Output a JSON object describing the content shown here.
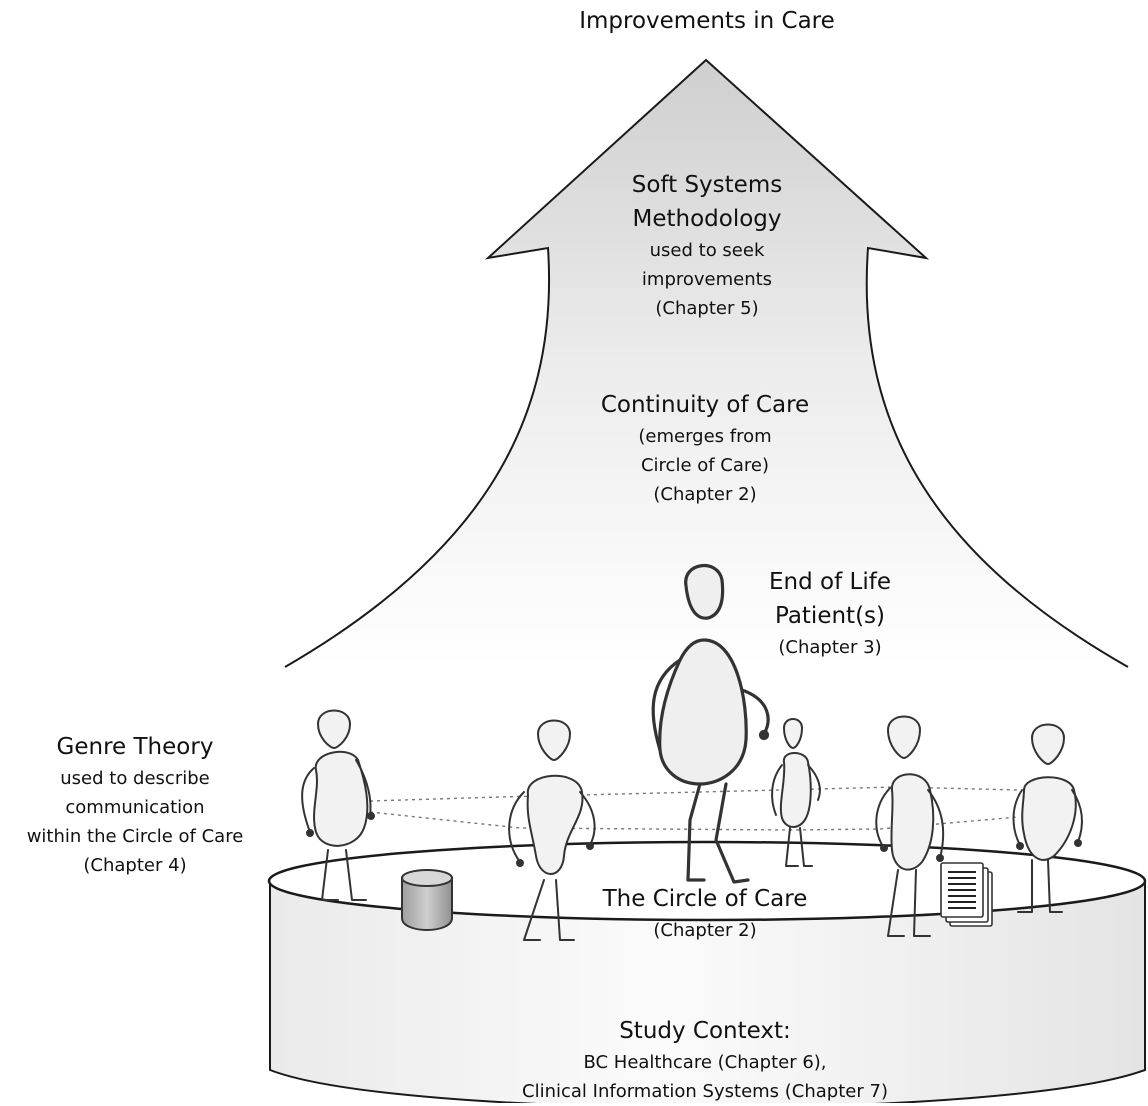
{
  "top_title": "Improvements in Care",
  "ssm": {
    "title_1": "Soft Systems",
    "title_2": "Methodology",
    "line_1": "used to seek",
    "line_2": "improvements",
    "chapter": "(Chapter 5)"
  },
  "continuity": {
    "title": "Continuity of Care",
    "line_1": "(emerges from",
    "line_2": "Circle of Care)",
    "chapter": "(Chapter 2)"
  },
  "patient": {
    "title_1": "End of Life",
    "title_2": "Patient(s)",
    "chapter": "(Chapter 3)"
  },
  "genre": {
    "title": "Genre Theory",
    "line_1": "used to describe",
    "line_2": "communication",
    "line_3": "within the Circle of Care",
    "chapter": "(Chapter 4)"
  },
  "circle": {
    "title": "The Circle of Care",
    "chapter": "(Chapter 2)"
  },
  "context": {
    "title": "Study Context:",
    "line_1": "BC Healthcare (Chapter 6),",
    "line_2": "Clinical Information Systems (Chapter 7)"
  }
}
